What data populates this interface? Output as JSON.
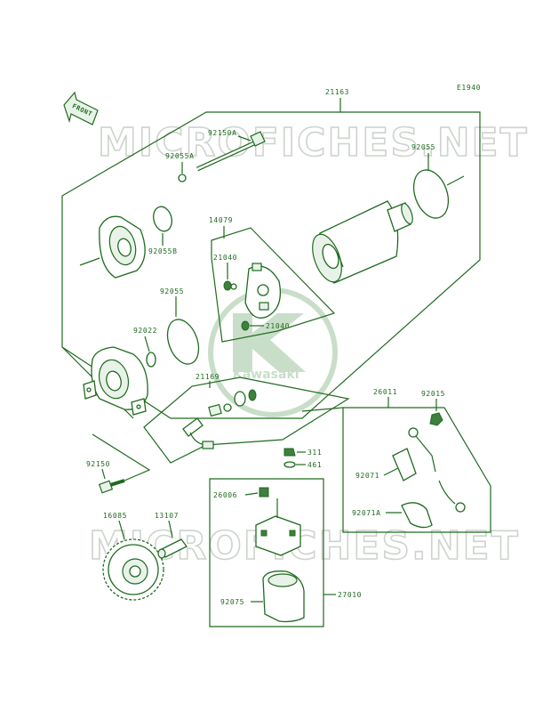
{
  "diagram": {
    "figure_id": "E1940",
    "front_label": "FRONT",
    "watermark_text": "MICROFICHES.NET",
    "logo_text": "Kawasaki",
    "colors": {
      "line": "#1f6b1f",
      "watermark": "#cdd3cd"
    }
  },
  "parts": {
    "p21163": "21163",
    "p92150A": "92150A",
    "p92055A": "92055A",
    "p92055_top": "92055",
    "p14079": "14079",
    "p92055B": "92055B",
    "p21040_a": "21040",
    "p21040_b": "21040",
    "p92055_mid": "92055",
    "p92022": "92022",
    "p21169": "21169",
    "p26011": "26011",
    "p92015": "92015",
    "p311": "311",
    "p461": "461",
    "p92150": "92150",
    "p92071": "92071",
    "p26006": "26006",
    "p92071A": "92071A",
    "p16085": "16085",
    "p13107": "13107",
    "p92075": "92075",
    "p27010": "27010"
  }
}
